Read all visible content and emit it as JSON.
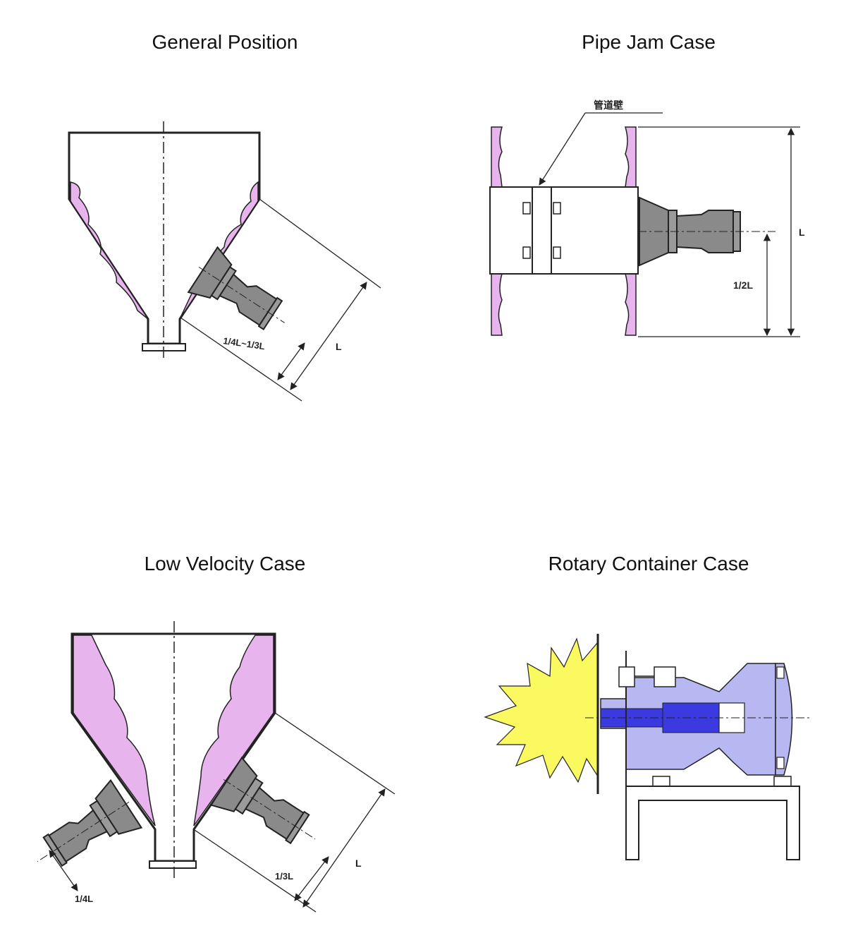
{
  "panels": [
    {
      "title": "General Position",
      "labels": {
        "range": "1/4L~1/3L",
        "length": "L"
      }
    },
    {
      "title": "Pipe Jam Case",
      "labels": {
        "callout": "管道壁",
        "length": "L",
        "half": "1/2L"
      }
    },
    {
      "title": "Low Velocity Case",
      "labels": {
        "quarter": "1/4L",
        "third": "1/3L",
        "length": "L"
      }
    },
    {
      "title": "Rotary Container Case"
    }
  ],
  "colors": {
    "material": "#e8b4ee",
    "body_gray": "#8a8a8a",
    "yellow_burst": "#fafa60",
    "blue_body": "#b7b7f2",
    "blue_dark": "#3a3ae0",
    "line": "#222222"
  }
}
